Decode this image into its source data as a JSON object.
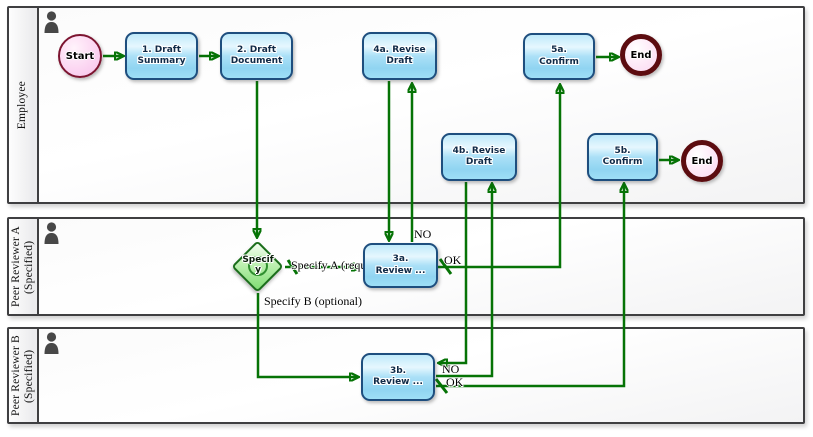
{
  "diagram": {
    "lanes": [
      {
        "label": "Employee"
      },
      {
        "label": "Peer Reviewer A (Specified)"
      },
      {
        "label": "Peer Reviewer B (Specified)"
      }
    ],
    "nodes": {
      "start": {
        "type": "start-event",
        "lines": [
          "Start"
        ]
      },
      "task1": {
        "type": "task",
        "lines": [
          "1. Draft",
          "Summary"
        ]
      },
      "task2": {
        "type": "task",
        "lines": [
          "2. Draft",
          "Document"
        ]
      },
      "task4a": {
        "type": "task",
        "lines": [
          "4a. Revise",
          "Draft"
        ]
      },
      "task5a": {
        "type": "task",
        "lines": [
          "5a.",
          "Confirm"
        ]
      },
      "end1": {
        "type": "end-event",
        "lines": [
          "End"
        ]
      },
      "task4b": {
        "type": "task",
        "lines": [
          "4b. Revise",
          "Draft"
        ]
      },
      "task5b": {
        "type": "task",
        "lines": [
          "5b.",
          "Confirm"
        ]
      },
      "end2": {
        "type": "end-event",
        "lines": [
          "End"
        ]
      },
      "gateway": {
        "type": "inclusive-gateway",
        "lines": [
          "Specif",
          "y"
        ]
      },
      "task3a": {
        "type": "task",
        "lines": [
          "3a.",
          "Review ..."
        ]
      },
      "task3b": {
        "type": "task",
        "lines": [
          "3b.",
          "Review ..."
        ]
      }
    },
    "edge_labels": {
      "specify_a": "Specify A (required)",
      "specify_b": "Specify B (optional)",
      "no_3a": "NO",
      "ok_3a": "OK",
      "no_3b": "NO",
      "ok_3b": "OK"
    },
    "colors": {
      "flow_green": "#067306",
      "task_border": "#1e4e7e",
      "task_fill": "#9edff6",
      "start_border": "#7c1430",
      "start_fill": "#fbd4f1",
      "end_border": "#5c0c10",
      "end_fill": "#fde8f7",
      "gateway_border": "#1b6e1b",
      "gateway_fill": "#7fdd72",
      "lane_border": "#3f3f41"
    }
  }
}
